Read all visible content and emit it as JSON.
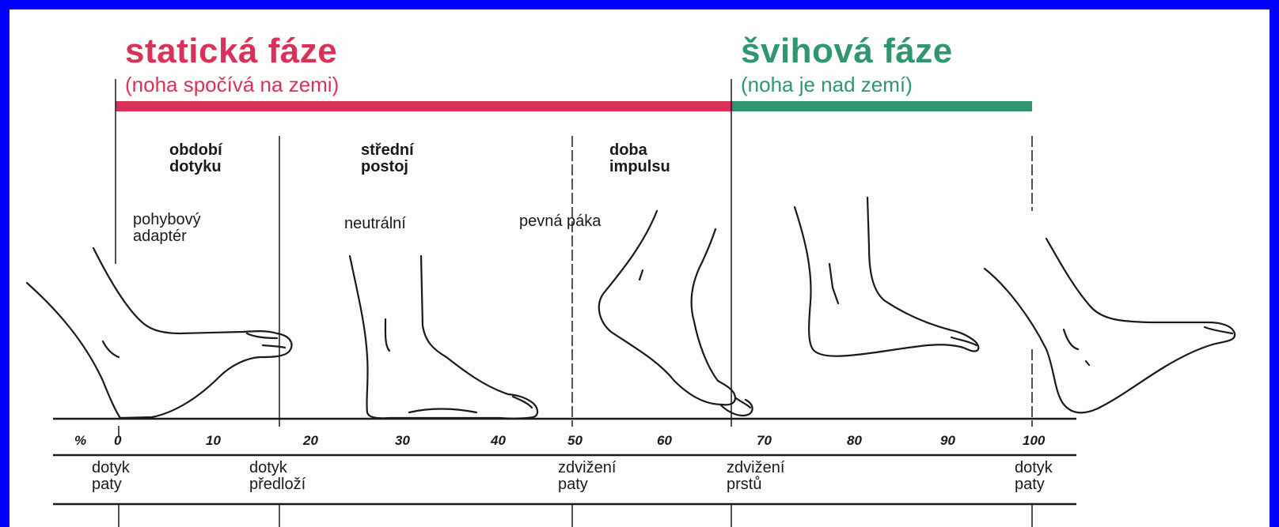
{
  "colors": {
    "frame": "#0000ff",
    "stance": "#d9325a",
    "swing": "#2f9670",
    "ink": "#1a1a1a"
  },
  "phases": {
    "stance": {
      "title": "statická fáze",
      "subtitle": "(noha spočívá na zemi)"
    },
    "swing": {
      "title": "švihová fáze",
      "subtitle": "(noha je nad zemí)"
    }
  },
  "periods": [
    {
      "line1": "období",
      "line2": "dotyku"
    },
    {
      "line1": "střední",
      "line2": "postoj"
    },
    {
      "line1": "doba",
      "line2": "impulsu"
    }
  ],
  "roles": [
    {
      "line1": "pohybový",
      "line2": "adaptér"
    },
    {
      "line1": "neutrální",
      "line2": ""
    },
    {
      "line1": "pevná páka",
      "line2": ""
    }
  ],
  "axis": {
    "unit": "%",
    "ticks": [
      "0",
      "10",
      "20",
      "30",
      "40",
      "50",
      "60",
      "70",
      "80",
      "90",
      "100"
    ]
  },
  "events": [
    {
      "line1": "dotyk",
      "line2": "paty"
    },
    {
      "line1": "dotyk",
      "line2": "předloží"
    },
    {
      "line1": "zdvižení",
      "line2": "paty"
    },
    {
      "line1": "zdvižení",
      "line2": "prstů"
    },
    {
      "line1": "dotyk",
      "line2": "paty"
    }
  ],
  "icons": {
    "foot_1": "foot-heel-strike-icon",
    "foot_2": "foot-midstance-icon",
    "foot_3": "foot-toe-off-icon",
    "foot_4": "foot-swing-icon",
    "foot_5": "foot-heel-strike-icon"
  }
}
